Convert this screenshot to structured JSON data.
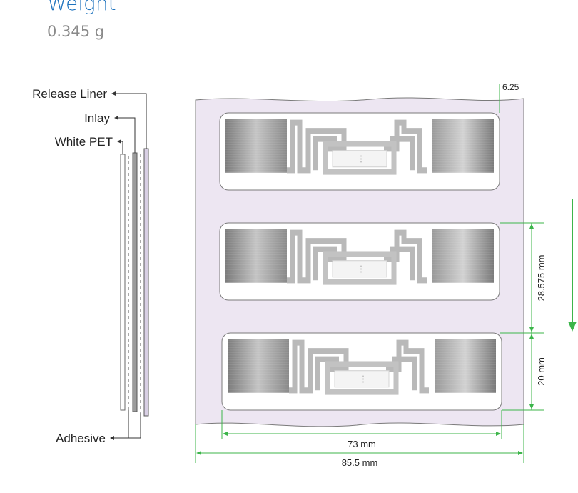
{
  "weight": {
    "title": "Weight",
    "value": "0.345 g"
  },
  "layers": {
    "release_liner": "Release Liner",
    "inlay": "Inlay",
    "white_pet": "White PET",
    "adhesive": "Adhesive"
  },
  "dimensions": {
    "gap_offset": "6.25",
    "pitch": "28.575 mm",
    "label_height": "20 mm",
    "label_width": "73 mm",
    "web_width": "85.5 mm"
  },
  "colors": {
    "dimension_line": "#3cb54a",
    "web_fill": "#ede6f2",
    "label_border": "#7a7a7a"
  },
  "icons": {
    "feed_direction": "arrow-down-icon"
  }
}
